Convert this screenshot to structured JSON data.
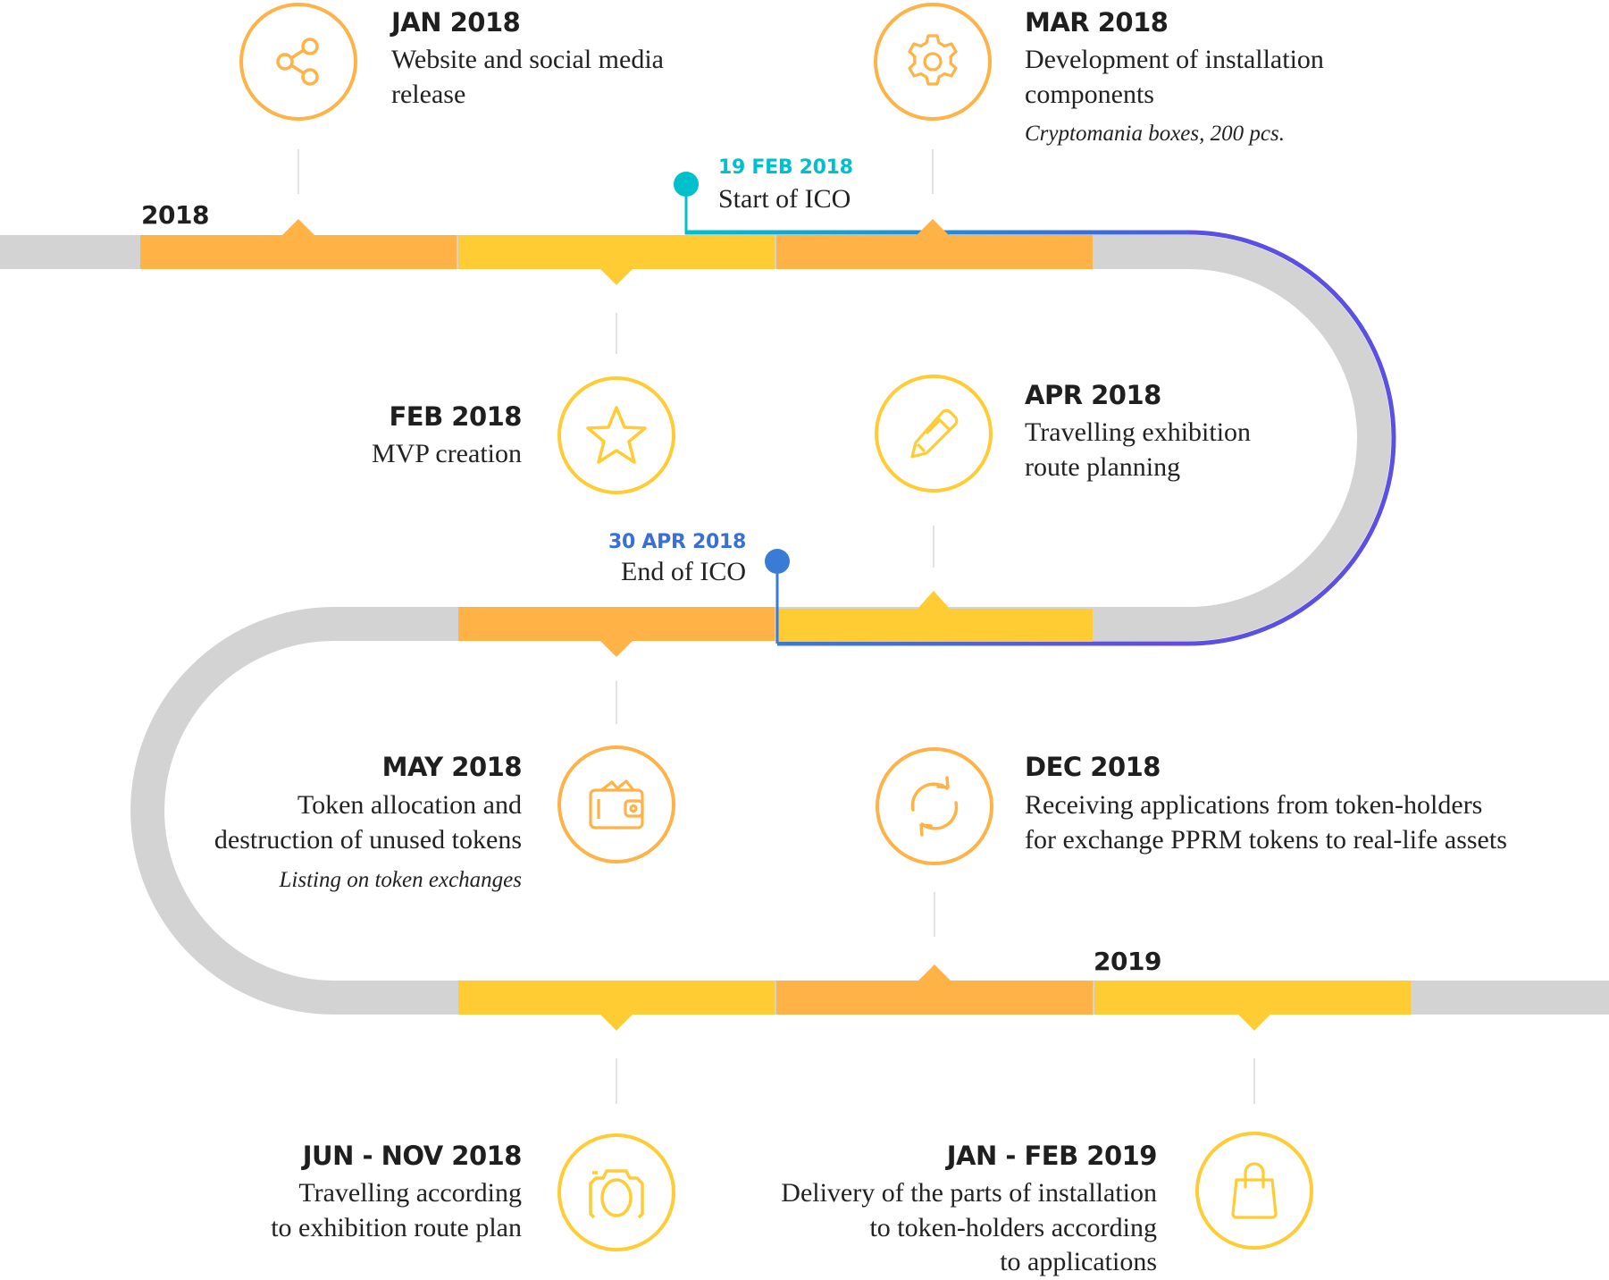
{
  "colors": {
    "orange": "#FFB246",
    "yellow": "#FFCC33",
    "gray_track": "#D3D3D3",
    "connector": "#E2E2E2",
    "ico_start": "#00C0CC",
    "ico_end": "#3A7BD5",
    "ico_gradient_end": "#7B2FE8"
  },
  "years": {
    "start": "2018",
    "next": "2019"
  },
  "ico": {
    "start": {
      "date": "19 FEB 2018",
      "label": "Start of ICO"
    },
    "end": {
      "date": "30 APR 2018",
      "label": "End of ICO"
    }
  },
  "milestones": [
    {
      "id": "jan-2018",
      "title": "JAN 2018",
      "lines": [
        "Website and social media",
        "release"
      ],
      "note": "",
      "icon": "share-icon",
      "color": "orange"
    },
    {
      "id": "feb-2018",
      "title": "FEB 2018",
      "lines": [
        "MVP creation"
      ],
      "note": "",
      "icon": "star-icon",
      "color": "yellow"
    },
    {
      "id": "mar-2018",
      "title": "MAR 2018",
      "lines": [
        "Development of installation",
        "components"
      ],
      "note": "Cryptomania boxes, 200 pcs.",
      "icon": "gear-icon",
      "color": "orange"
    },
    {
      "id": "apr-2018",
      "title": "APR 2018",
      "lines": [
        "Travelling exhibition",
        "route planning"
      ],
      "note": "",
      "icon": "pencil-icon",
      "color": "yellow"
    },
    {
      "id": "may-2018",
      "title": "MAY 2018",
      "lines": [
        "Token allocation and",
        "destruction of unused tokens"
      ],
      "note": "Listing on token exchanges",
      "icon": "wallet-icon",
      "color": "orange"
    },
    {
      "id": "jun-nov-2018",
      "title": "JUN - NOV 2018",
      "lines": [
        "Travelling according",
        "to exhibition route plan"
      ],
      "note": "",
      "icon": "camera-icon",
      "color": "yellow"
    },
    {
      "id": "dec-2018",
      "title": "DEC 2018",
      "lines": [
        "Receiving applications from token-holders",
        "for exchange PPRM tokens to real-life assets"
      ],
      "note": "",
      "icon": "refresh-icon",
      "color": "orange"
    },
    {
      "id": "jan-feb-2019",
      "title": "JAN - FEB 2019",
      "lines": [
        "Delivery of the parts of installation",
        "to token-holders according",
        "to applications"
      ],
      "note": "",
      "icon": "shopping-bag-icon",
      "color": "yellow"
    }
  ]
}
